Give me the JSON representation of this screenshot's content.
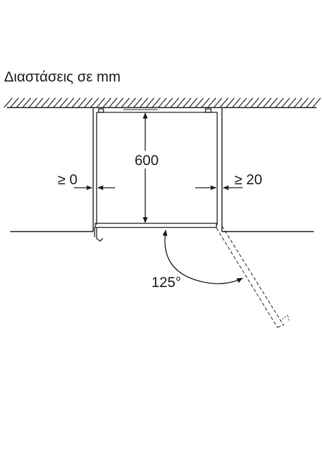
{
  "title": "Διαστάσεις σε mm",
  "labels": {
    "depth": "600",
    "left_clearance": "≥ 0",
    "right_clearance": "≥ 20",
    "door_angle": "125°"
  },
  "colors": {
    "line": "#1a1a1a",
    "background": "#ffffff"
  }
}
